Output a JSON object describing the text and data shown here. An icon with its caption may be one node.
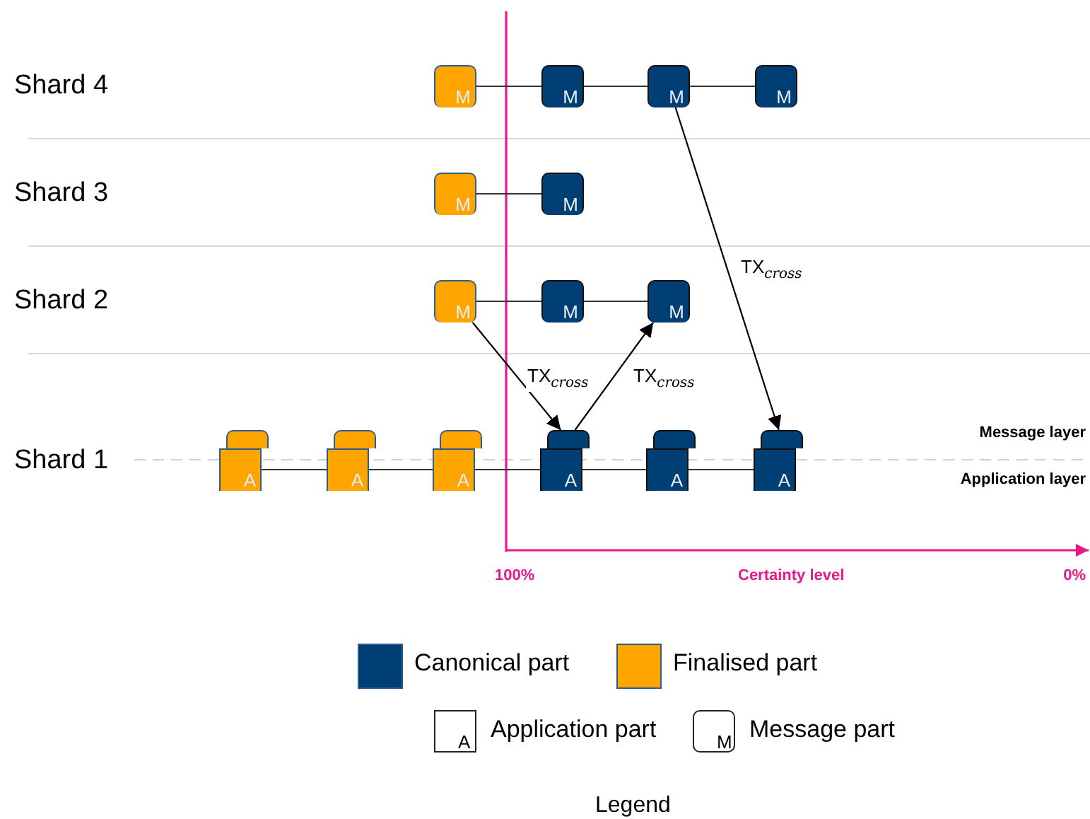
{
  "diagram": {
    "nodes": [
      {
        "text": [
          "M"
        ]
      },
      {
        "text": [
          "M"
        ]
      },
      {
        "text": [
          "M"
        ]
      },
      {
        "text": [
          "M"
        ]
      },
      {
        "text": [
          "M"
        ]
      },
      {
        "text": [
          "M"
        ]
      },
      {
        "text": [
          "M"
        ]
      },
      {
        "text": [
          "M"
        ]
      },
      {
        "text": [
          "M"
        ]
      },
      {
        "text": [],
        "shape": "box"
      },
      {
        "text": [
          "A"
        ]
      },
      {
        "text": [],
        "shape": "box"
      },
      {
        "text": [
          "A"
        ]
      },
      {
        "text": [],
        "shape": "box"
      },
      {
        "text": [
          "A"
        ]
      },
      {
        "text": [],
        "shape": "box"
      },
      {
        "text": [
          "A"
        ]
      },
      {
        "text": [],
        "shape": "box"
      },
      {
        "text": [
          "A"
        ]
      },
      {
        "text": [],
        "shape": "box"
      },
      {
        "text": [
          "A"
        ]
      }
    ],
    "edges": [
      {
        "from": 0,
        "to": 1,
        "arrow": "none"
      },
      {
        "from": 1,
        "to": 2,
        "arrow": "none"
      },
      {
        "from": 2,
        "to": 3,
        "arrow": "none"
      },
      {
        "from": 4,
        "to": 5,
        "arrow": "none"
      },
      {
        "from": 6,
        "to": 7,
        "arrow": "none"
      },
      {
        "from": 7,
        "to": 8,
        "arrow": "none"
      },
      {
        "from": 10,
        "to": 12,
        "arrow": "none"
      },
      {
        "from": 12,
        "to": 14,
        "arrow": "none"
      },
      {
        "from": 14,
        "to": 16,
        "arrow": "none"
      },
      {
        "from": 16,
        "to": 18,
        "arrow": "none"
      },
      {
        "from": 18,
        "to": 20,
        "arrow": "none"
      },
      {
        "from": 6,
        "to": 15,
        "arrow": "to",
        "label": "TX$_{cross}$"
      },
      {
        "from": 15,
        "to": 8,
        "arrow": "to",
        "label": "TX$_{cross}$"
      },
      {
        "from": 2,
        "to": 19,
        "arrow": "to",
        "label": "TX$_{cross}$"
      }
    ],
    "labels": [
      "Shard 4",
      "Shard 3",
      "Shard 2",
      "Message layer",
      "Shard 1",
      "Application layer",
      "100%",
      "Certainty level",
      "0%",
      "A",
      "M",
      "Legend"
    ],
    "legend": [
      {
        "text": "Canonical part",
        "color": "#003f73"
      },
      {
        "text": "Finalised part",
        "color": "#ffa500"
      },
      {
        "text": "Application part"
      },
      {
        "text": "Message part"
      }
    ]
  }
}
